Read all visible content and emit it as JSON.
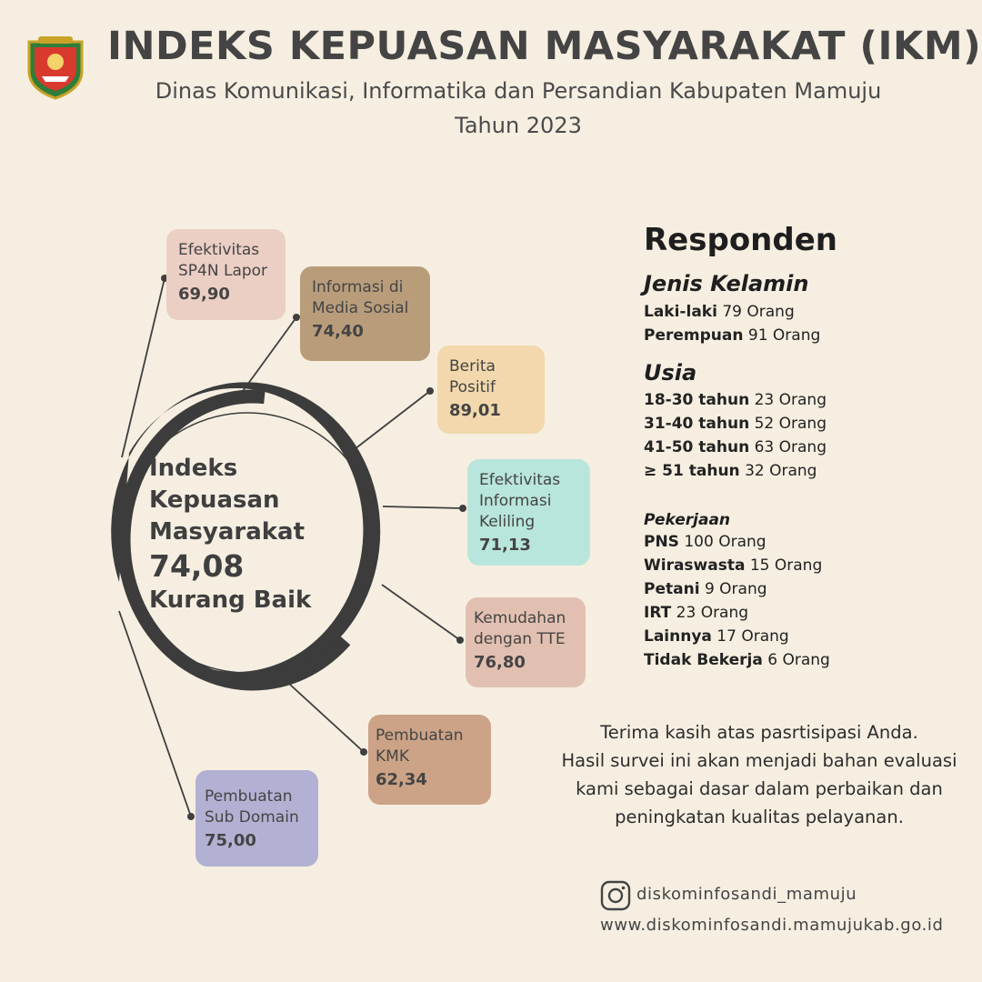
{
  "header": {
    "title": "INDEKS KEPUASAN MASYARAKAT (IKM)",
    "subtitle": "Dinas Komunikasi, Informatika dan Persandian Kabupaten Mamuju",
    "year": "Tahun 2023"
  },
  "logo": {
    "icon": "regency-crest-icon"
  },
  "center": {
    "line1": "Indeks",
    "line2": "Kepuasan",
    "line3": "Masyarakat",
    "score": "74,08",
    "rating": "Kurang Baik"
  },
  "cards": [
    {
      "label1": "Efektivitas",
      "label2": "SP4N Lapor",
      "label3": "",
      "value": "69,90",
      "color": "#ebcfc4"
    },
    {
      "label1": "Informasi di",
      "label2": "Media Sosial",
      "label3": "",
      "value": "74,40",
      "color": "#b99d7b"
    },
    {
      "label1": "Berita",
      "label2": "Positif",
      "label3": "",
      "value": "89,01",
      "color": "#f2d8ac"
    },
    {
      "label1": "Efektivitas",
      "label2": "Informasi",
      "label3": "Keliling",
      "value": "71,13",
      "color": "#b9e6dc"
    },
    {
      "label1": "Kemudahan",
      "label2": "dengan TTE",
      "label3": "",
      "value": "76,80",
      "color": "#e2c0b1"
    },
    {
      "label1": "Pembuatan",
      "label2": "KMK",
      "label3": "",
      "value": "62,34",
      "color": "#cca386"
    },
    {
      "label1": "Pembuatan",
      "label2": "Sub Domain",
      "label3": "",
      "value": "75,00",
      "color": "#b3b1d3"
    }
  ],
  "responden": {
    "title": "Responden",
    "gender_title": "Jenis Kelamin",
    "gender": [
      {
        "label": "Laki-laki",
        "count": "79 Orang"
      },
      {
        "label": "Perempuan",
        "count": "91 Orang"
      }
    ],
    "age_title": "Usia",
    "age": [
      {
        "label": "18-30 tahun",
        "count": "23 Orang"
      },
      {
        "label": "31-40 tahun",
        "count": "52 Orang"
      },
      {
        "label": "41-50 tahun",
        "count": "63 Orang"
      },
      {
        "label": "≥ 51 tahun",
        "count": "32 Orang"
      }
    ],
    "job_title": "Pekerjaan",
    "jobs": [
      {
        "label": "PNS",
        "count": "100 Orang"
      },
      {
        "label": "Wiraswasta",
        "count": "15 Orang"
      },
      {
        "label": "Petani",
        "count": "9 Orang"
      },
      {
        "label": "IRT",
        "count": "23 Orang"
      },
      {
        "label": "Lainnya",
        "count": "17 Orang"
      },
      {
        "label": "Tidak Bekerja",
        "count": "6 Orang"
      }
    ]
  },
  "thanks": {
    "line1": "Terima kasih atas pasrtisipasi Anda.",
    "line2": "Hasil survei ini akan menjadi bahan evaluasi",
    "line3": "kami sebagai dasar dalam perbaikan dan",
    "line4": "peningkatan kualitas pelayanan."
  },
  "footer": {
    "instagram_icon": "instagram-icon",
    "instagram": "diskominfosandi_mamuju",
    "website": "www.diskominfosandi.mamujukab.go.id"
  }
}
